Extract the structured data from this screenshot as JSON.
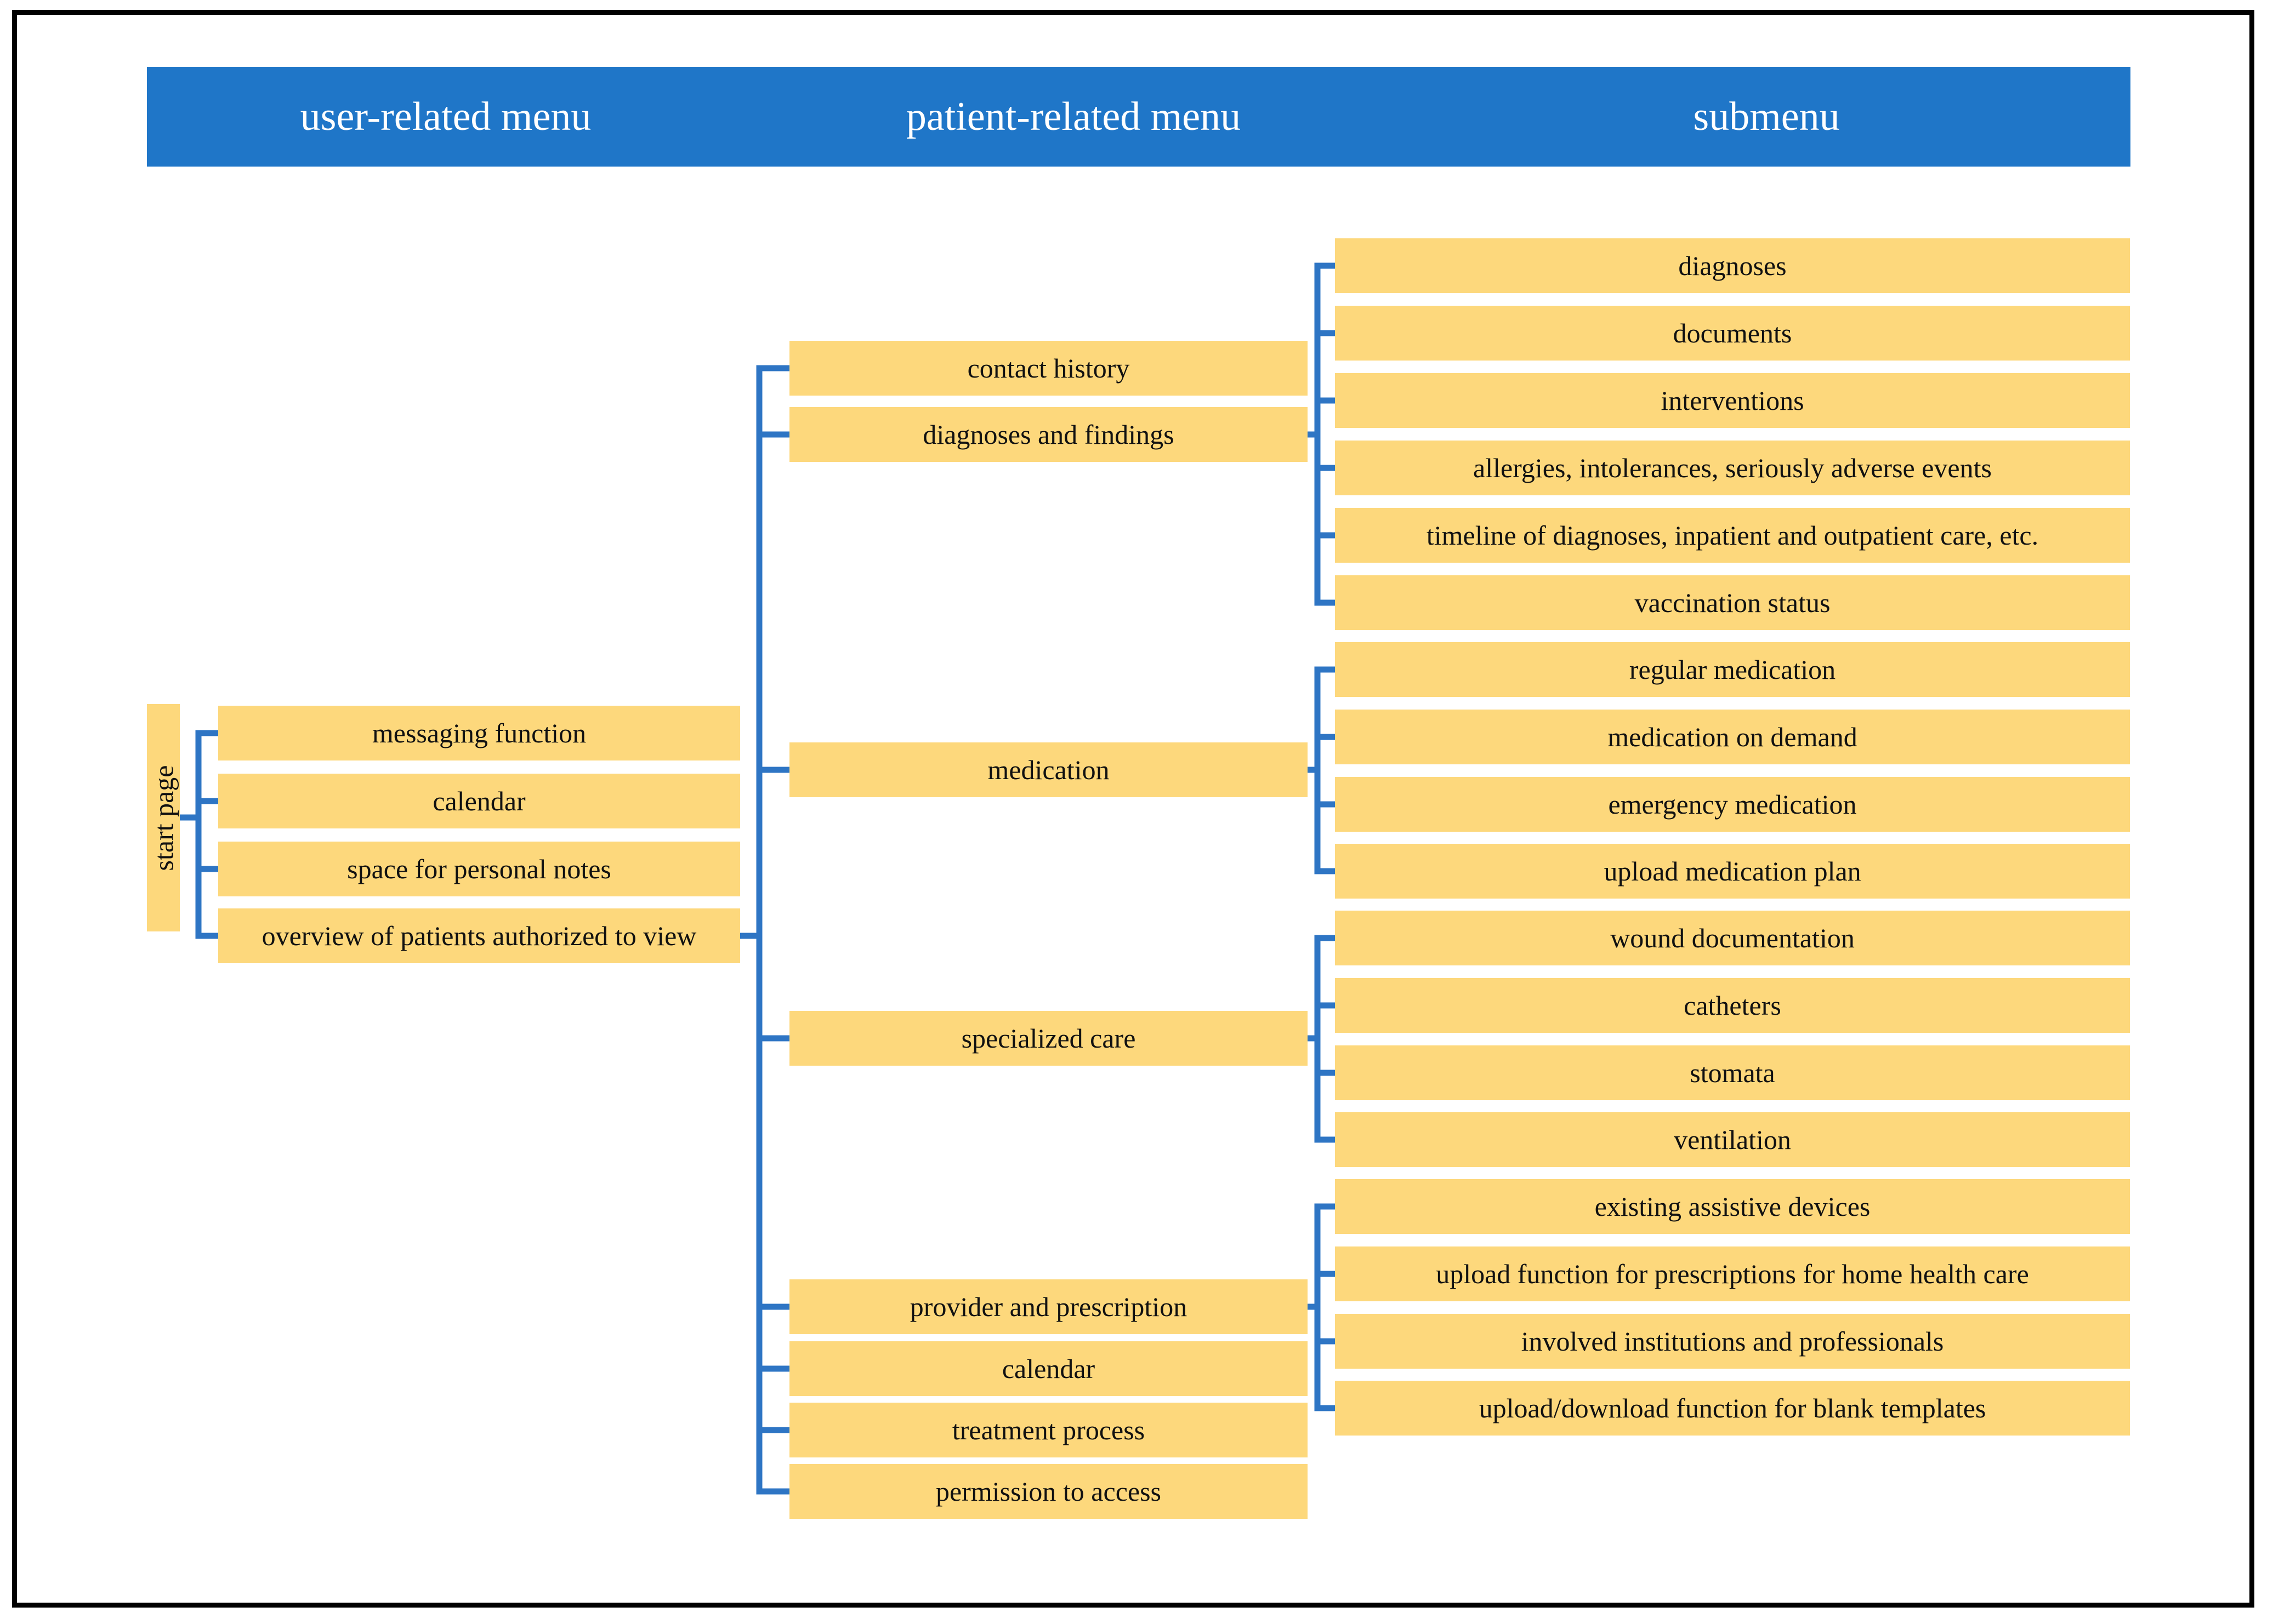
{
  "header": {
    "columns": [
      {
        "id": "user-related",
        "label": "user-related menu"
      },
      {
        "id": "patient-related",
        "label": "patient-related menu"
      },
      {
        "id": "submenu",
        "label": "submenu"
      }
    ]
  },
  "root": {
    "label": "start page"
  },
  "user_menu": {
    "items": [
      {
        "label": "messaging function"
      },
      {
        "label": "calendar"
      },
      {
        "label": "space for personal notes"
      },
      {
        "label": "overview of patients authorized to view"
      }
    ]
  },
  "patient_menu": {
    "items": [
      {
        "label": "contact history"
      },
      {
        "label": "diagnoses and findings"
      },
      {
        "label": "medication"
      },
      {
        "label": "specialized care"
      },
      {
        "label": "provider and prescription"
      },
      {
        "label": "calendar"
      },
      {
        "label": "treatment process"
      },
      {
        "label": "permission to access"
      }
    ]
  },
  "submenu": {
    "groups": [
      {
        "parent": "diagnoses and findings",
        "items": [
          {
            "label": "diagnoses"
          },
          {
            "label": "documents"
          },
          {
            "label": "interventions"
          },
          {
            "label": "allergies, intolerances, seriously adverse events"
          },
          {
            "label": "timeline of diagnoses, inpatient and outpatient care, etc."
          },
          {
            "label": "vaccination status"
          }
        ]
      },
      {
        "parent": "medication",
        "items": [
          {
            "label": "regular medication"
          },
          {
            "label": "medication on demand"
          },
          {
            "label": "emergency medication"
          },
          {
            "label": "upload medication plan"
          }
        ]
      },
      {
        "parent": "specialized care",
        "items": [
          {
            "label": "wound documentation"
          },
          {
            "label": "catheters"
          },
          {
            "label": "stomata"
          },
          {
            "label": "ventilation"
          }
        ]
      },
      {
        "parent": "provider and prescription",
        "items": [
          {
            "label": "existing assistive devices"
          },
          {
            "label": "upload function for prescriptions for home health care"
          },
          {
            "label": "involved institutions and professionals"
          },
          {
            "label": "upload/download function for blank templates"
          }
        ]
      }
    ]
  },
  "colors": {
    "header_bar": "#1F76C8",
    "node_fill": "#FDD87C",
    "connector": "#2E75C4",
    "frame": "#000000",
    "text": "#111111",
    "header_text": "#FFFFFF"
  }
}
